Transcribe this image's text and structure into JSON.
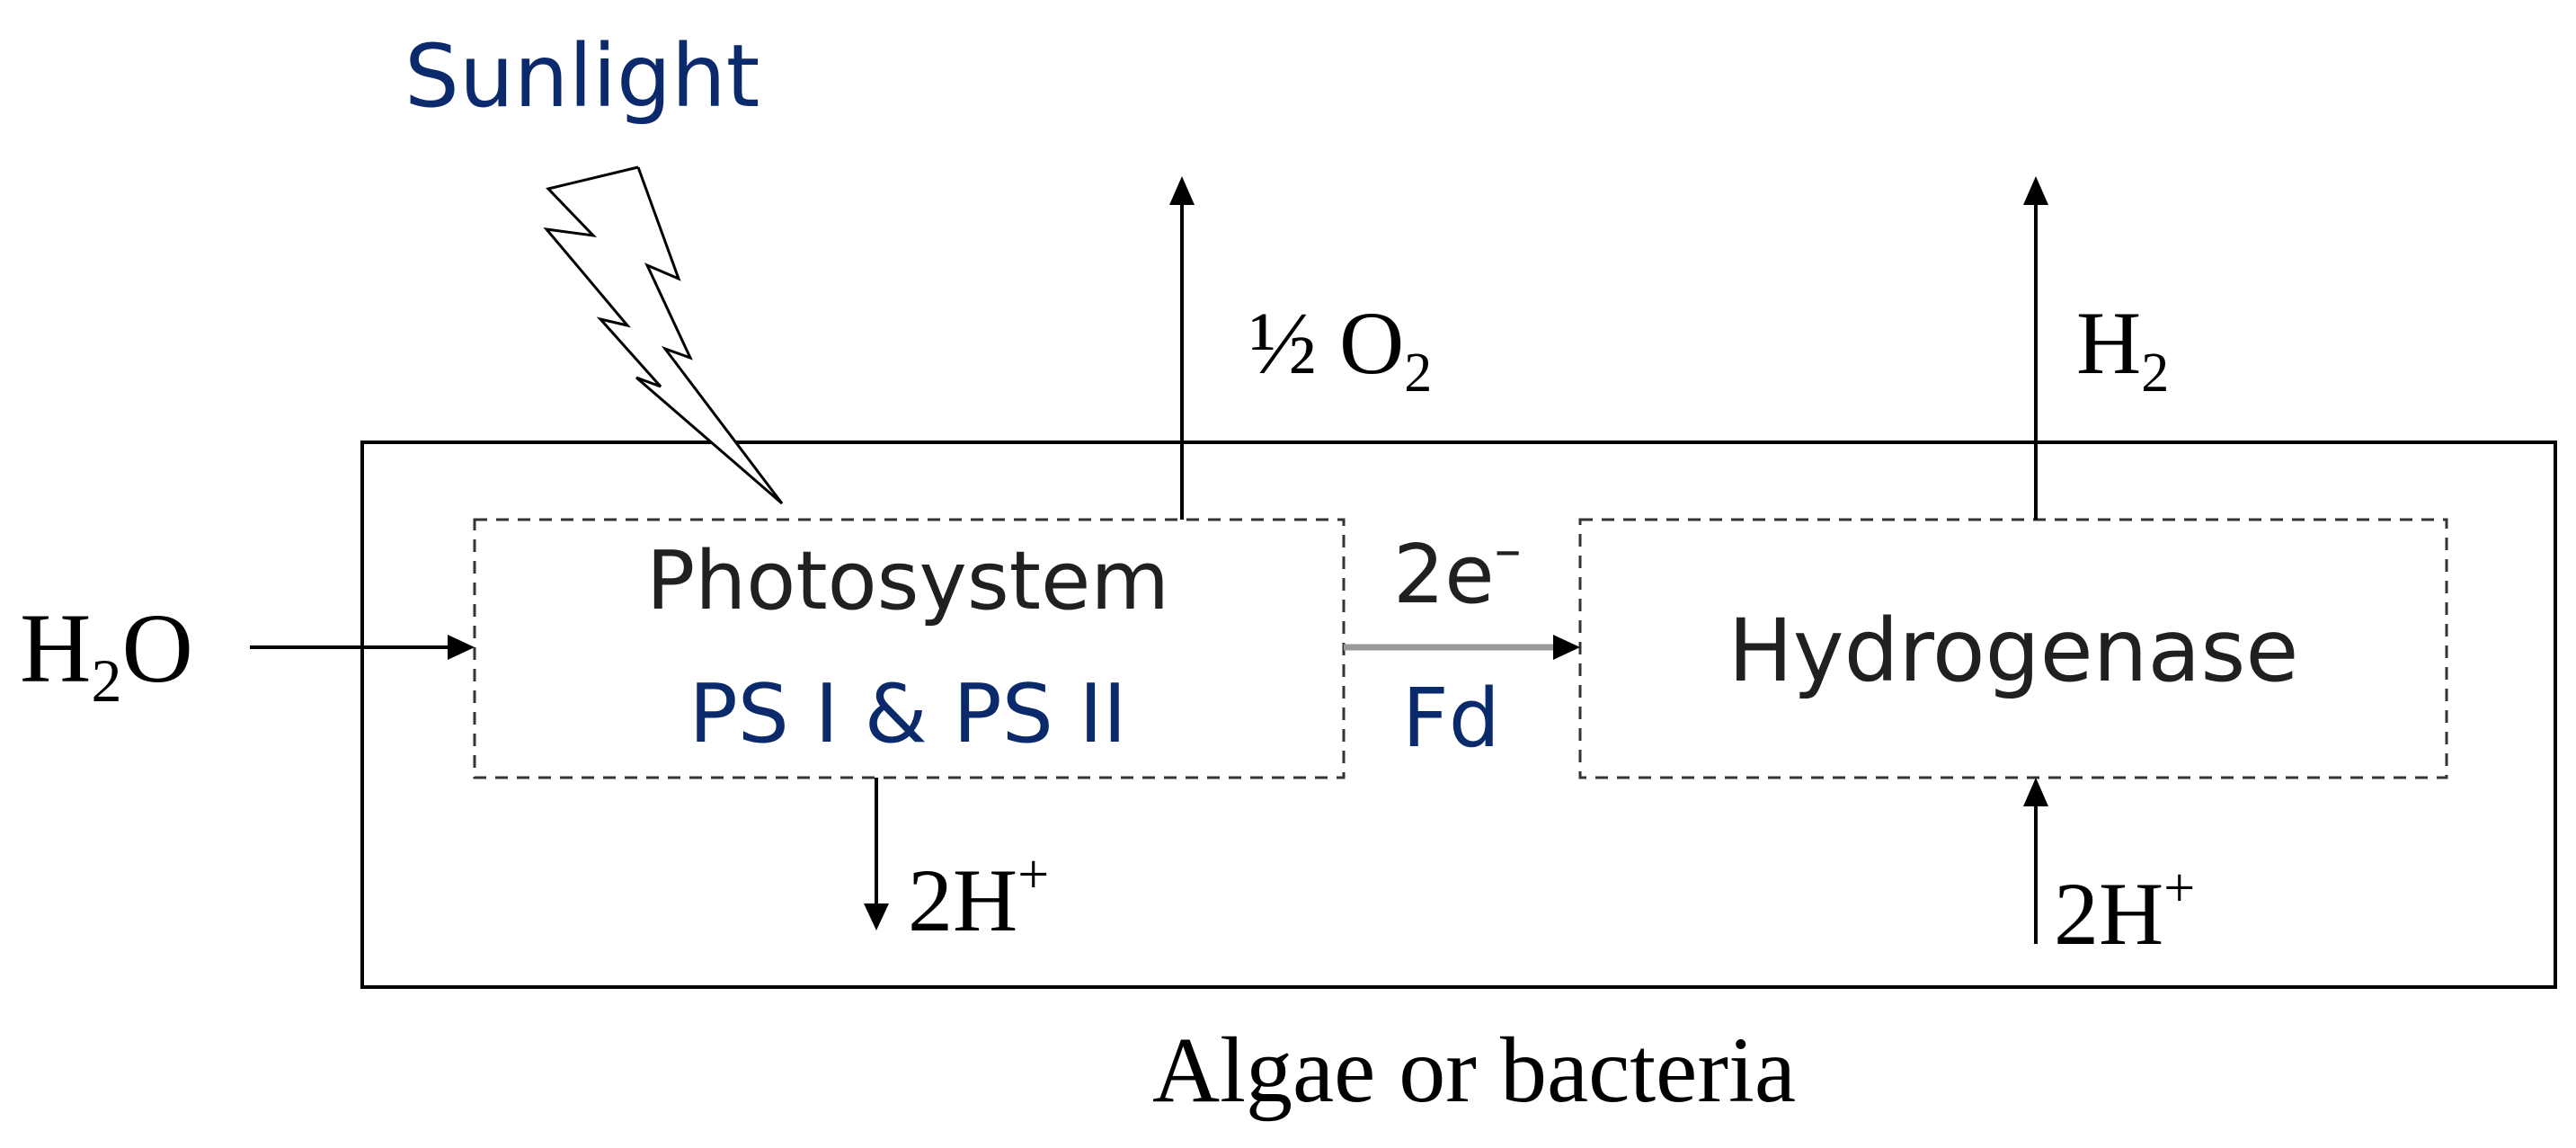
{
  "labels": {
    "sunlight": "Sunlight",
    "h2o_h": "H",
    "h2o_sub": "2",
    "h2o_o": "O",
    "photosystem": "Photosystem",
    "ps_label": "PS I & PS II",
    "o2_half": "½ O",
    "o2_sub": "2",
    "electrons_main": "2e",
    "electrons_sup": "–",
    "ferredoxin": "Fd",
    "hydrogenase": "Hydrogenase",
    "h2_main": "H",
    "h2_sub": "2",
    "protons_out_main": "2H",
    "protons_out_sup": "+",
    "protons_in_main": "2H",
    "protons_in_sup": "+",
    "organism": "Algae or bacteria"
  },
  "colors": {
    "text": "#000000",
    "accent_text": "#0b2a6b",
    "photosystem_text": "#202020",
    "line": "#000000",
    "electron_arrow": "#999999",
    "dash_box": "#333333"
  }
}
